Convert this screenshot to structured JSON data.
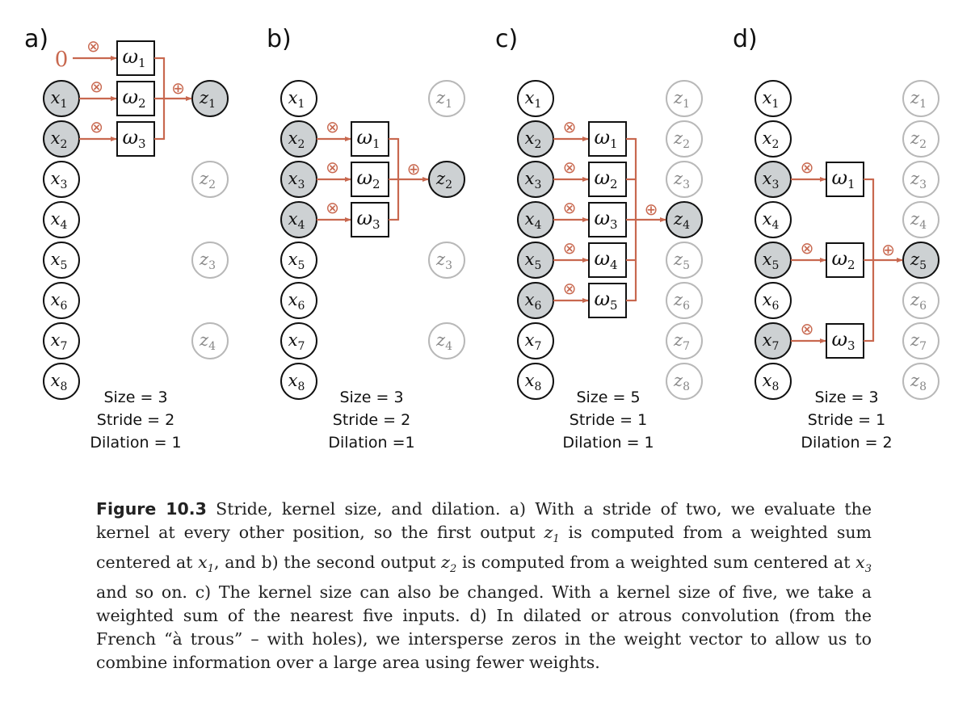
{
  "colors": {
    "accent": "#c8684f",
    "active_fill": "#cdd1d3",
    "inactive_stroke": "#b8b8b8",
    "text": "#111111"
  },
  "symbols": {
    "multiply": "⊗",
    "add": "⊕",
    "zero_pad": "0"
  },
  "panels": [
    {
      "label": "a)",
      "inputs": [
        "x1",
        "x2",
        "x3",
        "x4",
        "x5",
        "x6",
        "x7",
        "x8"
      ],
      "active_inputs": [
        0,
        1
      ],
      "zero_padding_input": true,
      "outputs": [
        "z1",
        "z2",
        "z3",
        "z4"
      ],
      "output_layout": "stride2",
      "active_output": 0,
      "weights": [
        "ω1",
        "ω2",
        "ω3"
      ],
      "params": {
        "size": "Size = 3",
        "stride": "Stride = 2",
        "dilation": "Dilation = 1"
      }
    },
    {
      "label": "b)",
      "inputs": [
        "x1",
        "x2",
        "x3",
        "x4",
        "x5",
        "x6",
        "x7",
        "x8"
      ],
      "active_inputs": [
        1,
        2,
        3
      ],
      "zero_padding_input": false,
      "outputs": [
        "z1",
        "z2",
        "z3",
        "z4"
      ],
      "output_layout": "stride2",
      "active_output": 1,
      "weights": [
        "ω1",
        "ω2",
        "ω3"
      ],
      "params": {
        "size": "Size = 3",
        "stride": "Stride = 2",
        "dilation": "Dilation =1"
      }
    },
    {
      "label": "c)",
      "inputs": [
        "x1",
        "x2",
        "x3",
        "x4",
        "x5",
        "x6",
        "x7",
        "x8"
      ],
      "active_inputs": [
        1,
        2,
        3,
        4,
        5
      ],
      "zero_padding_input": false,
      "outputs": [
        "z1",
        "z2",
        "z3",
        "z4",
        "z5",
        "z6",
        "z7",
        "z8"
      ],
      "output_layout": "stride1",
      "active_output": 3,
      "weights": [
        "ω1",
        "ω2",
        "ω3",
        "ω4",
        "ω5"
      ],
      "params": {
        "size": "Size = 5",
        "stride": "Stride = 1",
        "dilation": "Dilation = 1"
      }
    },
    {
      "label": "d)",
      "inputs": [
        "x1",
        "x2",
        "x3",
        "x4",
        "x5",
        "x6",
        "x7",
        "x8"
      ],
      "active_inputs": [
        2,
        4,
        6
      ],
      "zero_padding_input": false,
      "outputs": [
        "z1",
        "z2",
        "z3",
        "z4",
        "z5",
        "z6",
        "z7",
        "z8"
      ],
      "output_layout": "stride1",
      "active_output": 4,
      "weights": [
        "ω1",
        "ω2",
        "ω3"
      ],
      "params": {
        "size": "Size = 3",
        "stride": "Stride = 1",
        "dilation": "Dilation = 2"
      }
    }
  ],
  "caption": {
    "figure_label": "Figure 10.3",
    "segments": [
      {
        "t": " Stride, kernel size, and dilation. a) With a stride of two, we evaluate the kernel at every other position, so the first output "
      },
      {
        "m": "z",
        "s": "1"
      },
      {
        "t": " is computed from a weighted sum centered at "
      },
      {
        "m": "x",
        "s": "1"
      },
      {
        "t": ", and b) the second output "
      },
      {
        "m": "z",
        "s": "2"
      },
      {
        "t": " is computed from a weighted sum centered at "
      },
      {
        "m": "x",
        "s": "3"
      },
      {
        "t": " and so on. c) The kernel size can also be changed. With a kernel size of five, we take a weighted sum of the nearest five inputs. d) In dilated or atrous convolution (from the French “à trous” – with holes), we intersperse zeros in the weight vector to allow us to combine information over a large area using fewer weights."
      }
    ]
  }
}
